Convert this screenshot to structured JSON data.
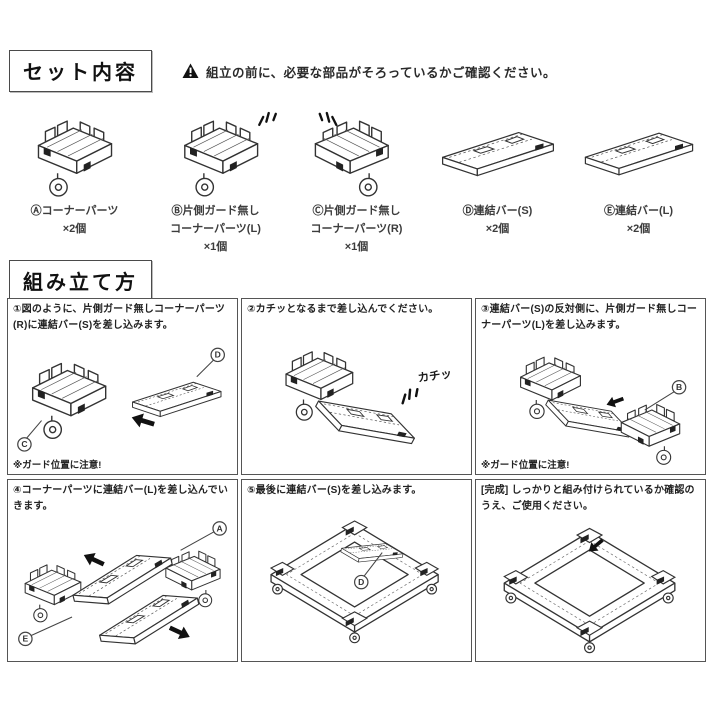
{
  "set_contents": {
    "title": "セット内容",
    "warning_text": "組立の前に、必要な部品がそろっているかご確認ください。",
    "warning_icon": "warning-triangle-icon",
    "parts": [
      {
        "label": "Ⓐコーナーパーツ",
        "label2": "",
        "qty": "×2個",
        "icon": "corner-part-illustration"
      },
      {
        "label": "Ⓑ片側ガード無し",
        "label2": "コーナーパーツ(L)",
        "qty": "×1個",
        "icon": "corner-part-no-guard-l-illustration"
      },
      {
        "label": "Ⓒ片側ガード無し",
        "label2": "コーナーパーツ(R)",
        "qty": "×1個",
        "icon": "corner-part-no-guard-r-illustration"
      },
      {
        "label": "Ⓓ連結バー(S)",
        "label2": "",
        "qty": "×2個",
        "icon": "connect-bar-s-illustration"
      },
      {
        "label": "Ⓔ連結バー(L)",
        "label2": "",
        "qty": "×2個",
        "icon": "connect-bar-l-illustration"
      }
    ]
  },
  "assembly": {
    "title": "組み立て方",
    "steps": [
      {
        "text": "①図のように、片側ガード無しコーナーパーツ(R)に連結バー(S)を差し込みます。",
        "note": "※ガード位置に注意!",
        "callouts": [
          "C",
          "D"
        ]
      },
      {
        "text": "②カチッとなるまで差し込んでください。",
        "sfx": "カチッ",
        "callouts": []
      },
      {
        "text": "③連結バー(S)の反対側に、片側ガード無しコーナーパーツ(L)を差し込みます。",
        "note": "※ガード位置に注意!",
        "callouts": [
          "B"
        ]
      },
      {
        "text": "④コーナーパーツに連結バー(L)を差し込んでいきます。",
        "callouts": [
          "A",
          "E"
        ]
      },
      {
        "text": "⑤最後に連結バー(S)を差し込みます。",
        "callouts": [
          "D"
        ]
      },
      {
        "text": "[完成] しっかりと組み付けられているか確認のうえ、ご使用ください。",
        "callouts": []
      }
    ]
  },
  "icons": {
    "warning": "warning-triangle-icon",
    "spark": "click-spark-icon",
    "arrow": "insert-arrow-icon",
    "callout": "callout-circle-marker"
  },
  "colors": {
    "background": "#ffffff",
    "text": "#222222",
    "border": "#555555",
    "line_art": "#333333",
    "arrow": "#111111"
  }
}
